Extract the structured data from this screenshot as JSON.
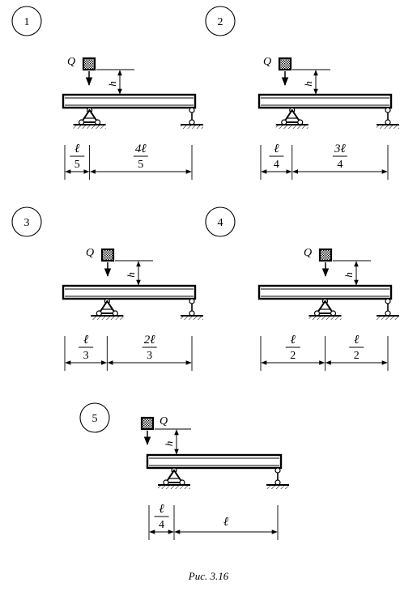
{
  "caption": "Рис. 3.16",
  "load_label": "Q",
  "height_label": "h",
  "schemes": [
    {
      "number": "1",
      "left_span": {
        "num": "ℓ",
        "den": "5"
      },
      "right_span": {
        "num": "4ℓ",
        "den": "5"
      }
    },
    {
      "number": "2",
      "left_span": {
        "num": "ℓ",
        "den": "4"
      },
      "right_span": {
        "num": "3ℓ",
        "den": "4"
      }
    },
    {
      "number": "3",
      "left_span": {
        "num": "ℓ",
        "den": "3"
      },
      "right_span": {
        "num": "2ℓ",
        "den": "3"
      }
    },
    {
      "number": "4",
      "left_span": {
        "num": "ℓ",
        "den": "2"
      },
      "right_span": {
        "num": "ℓ",
        "den": "2"
      }
    },
    {
      "number": "5",
      "left_span": {
        "num": "ℓ",
        "den": "4"
      },
      "right_span": {
        "num": "ℓ",
        "den": ""
      }
    }
  ]
}
